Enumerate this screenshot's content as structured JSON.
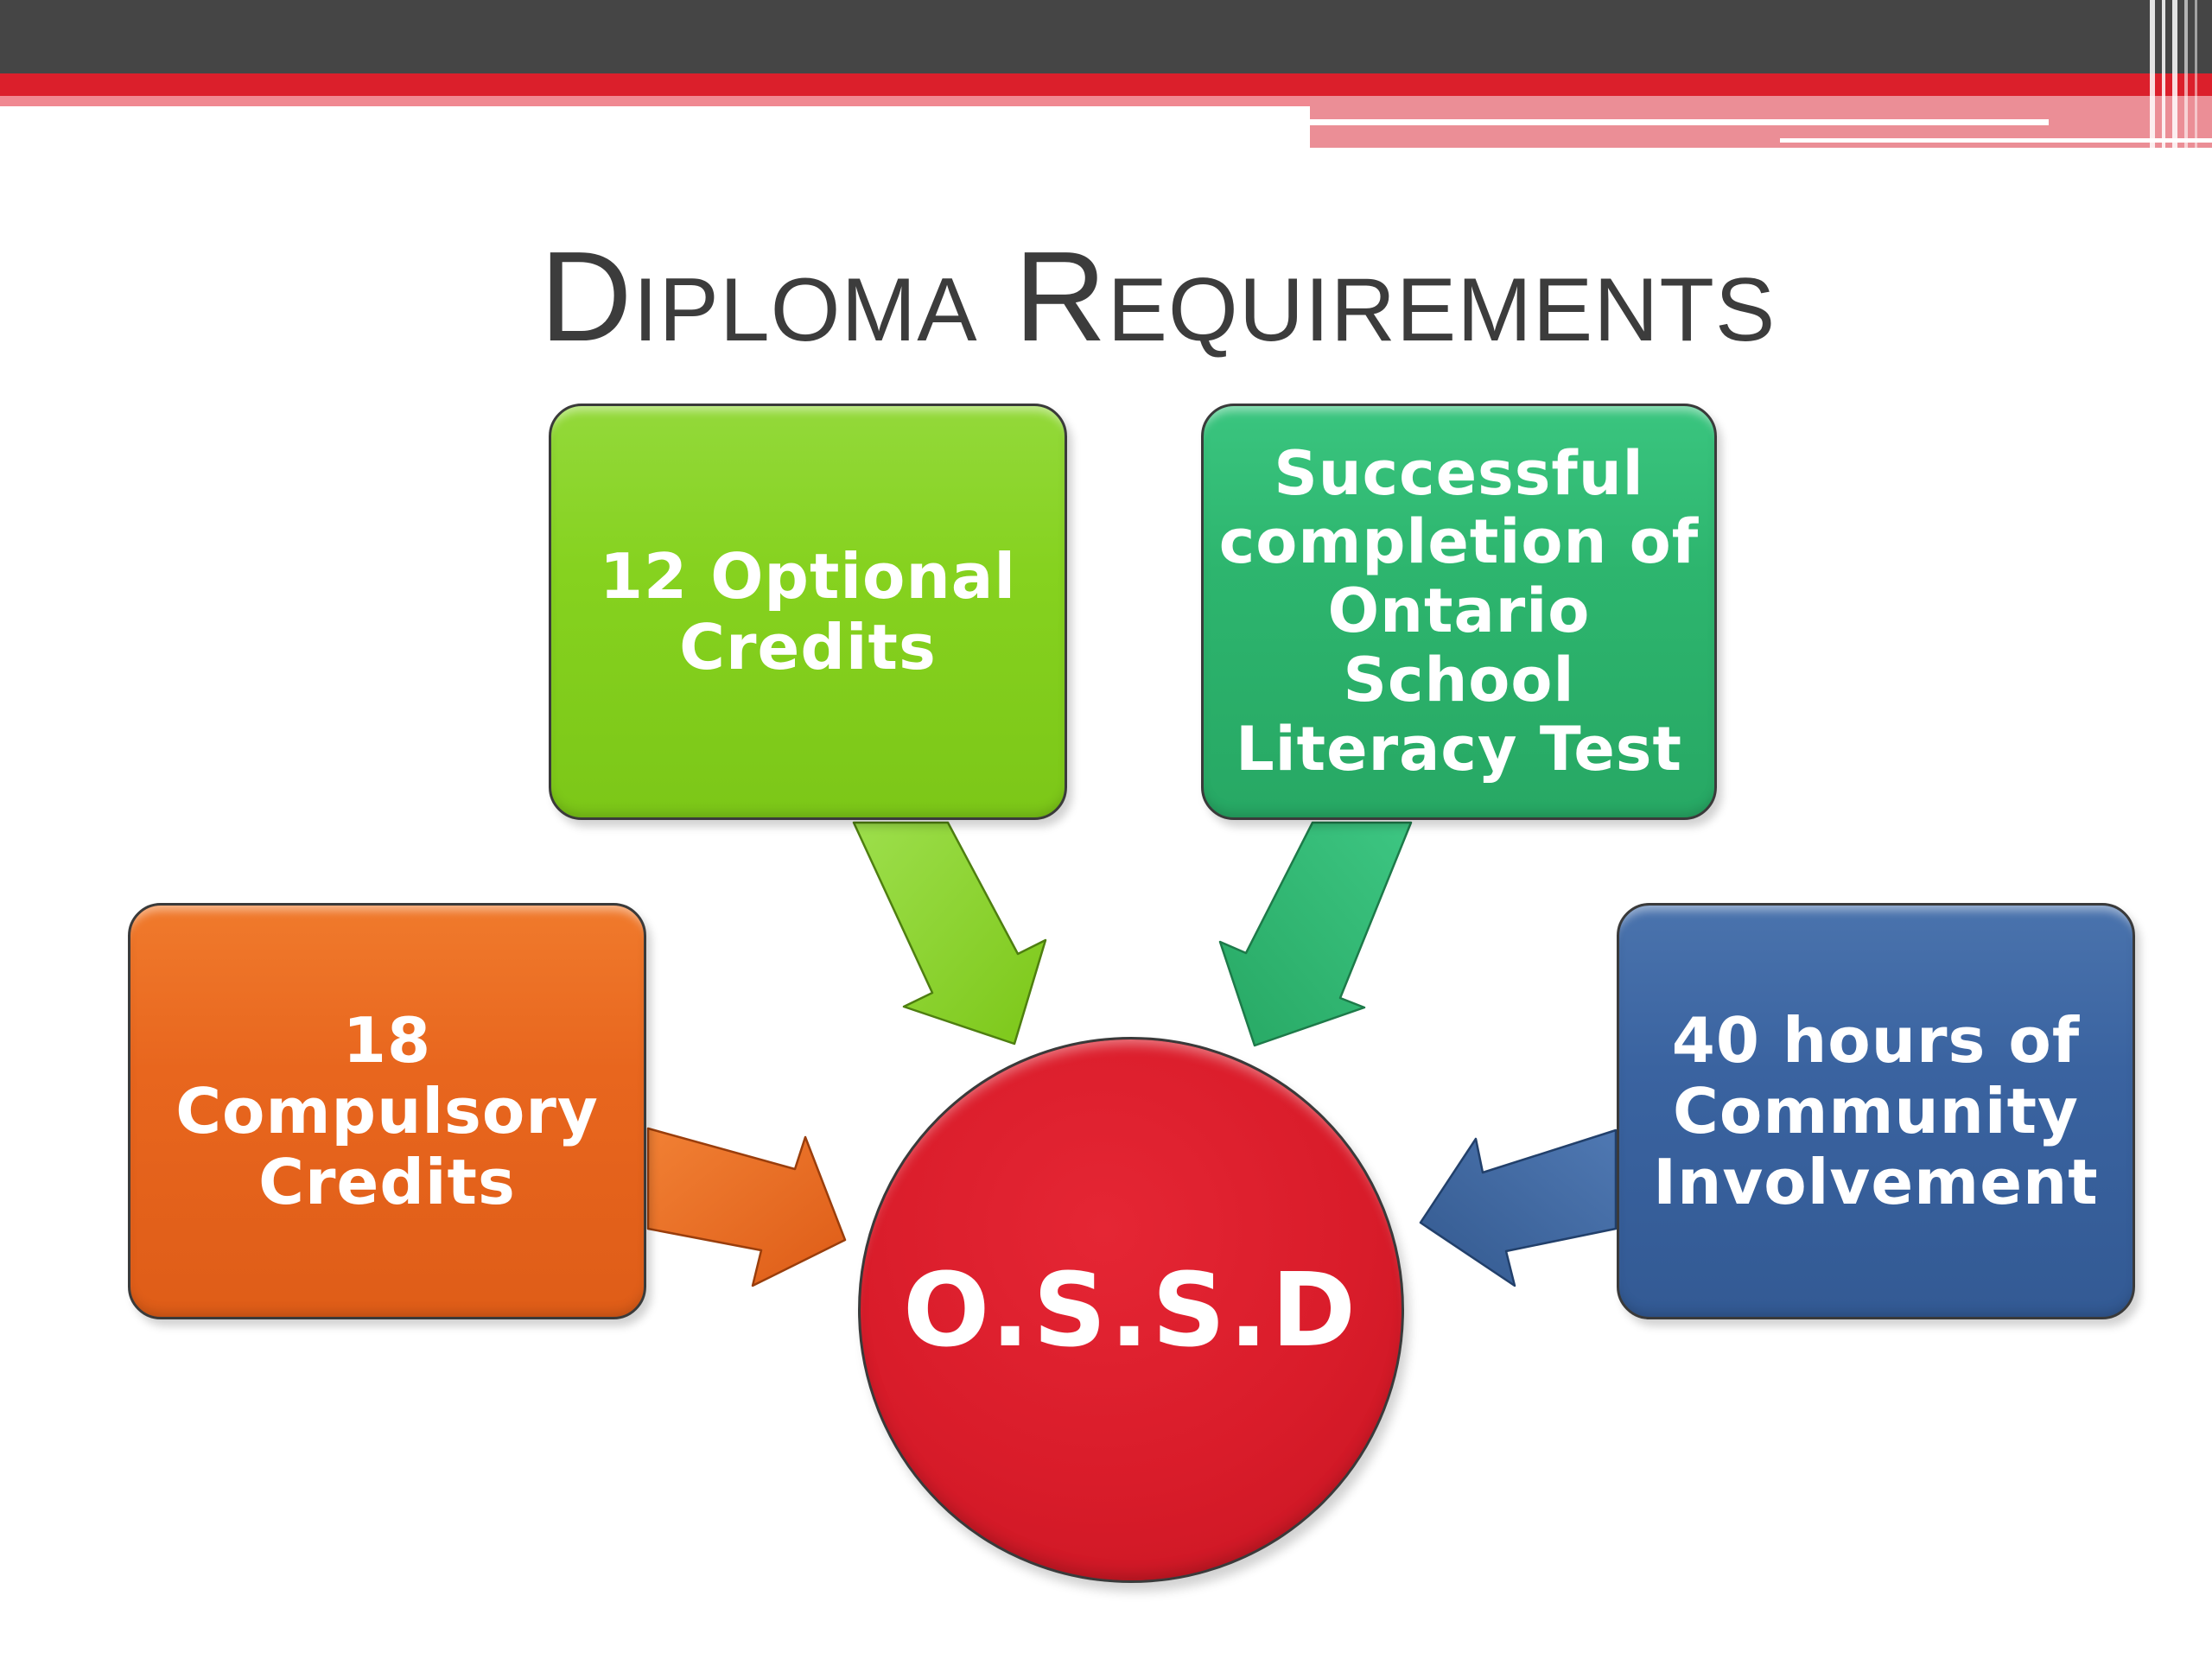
{
  "slide": {
    "title": "Diploma Requirements"
  },
  "diagram": {
    "center": {
      "label": "O.S.S.D",
      "color": "#d91c2a"
    },
    "nodes": [
      {
        "id": "optional",
        "label": "12 Optional\nCredits",
        "color": "#86d21f"
      },
      {
        "id": "literacy",
        "label": "Successful\ncompletion of\nOntario School\nLiteracy Test",
        "color": "#2db56e"
      },
      {
        "id": "compulsory",
        "label": "18 Compulsory\nCredits",
        "color": "#e8661e"
      },
      {
        "id": "community",
        "label": "40 hours of\nCommunity\nInvolvement",
        "color": "#3a63a0"
      }
    ]
  },
  "theme": {
    "header_dark": "#454545",
    "header_red": "#db1f2b",
    "header_pink": "#f08891",
    "title_color": "#3c3c3c"
  }
}
